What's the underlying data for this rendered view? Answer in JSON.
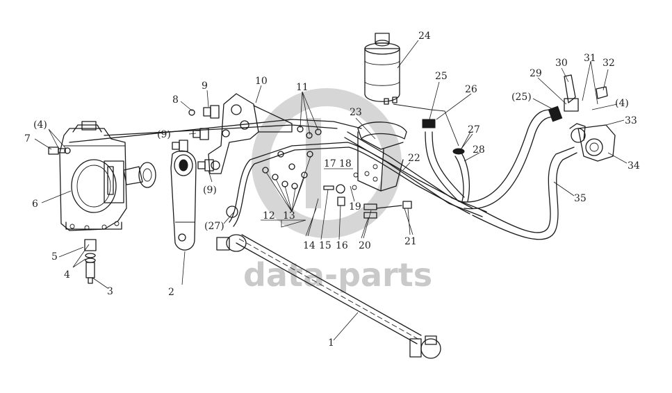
{
  "watermark": {
    "text": "data-parts"
  },
  "labels": [
    {
      "id": "l1",
      "text": "1"
    },
    {
      "id": "l2",
      "text": "2"
    },
    {
      "id": "l3",
      "text": "3"
    },
    {
      "id": "l4",
      "text": "4"
    },
    {
      "id": "l4p",
      "text": "(4)"
    },
    {
      "id": "l4p2",
      "text": "(4)"
    },
    {
      "id": "l5",
      "text": "5"
    },
    {
      "id": "l6",
      "text": "6"
    },
    {
      "id": "l7",
      "text": "7"
    },
    {
      "id": "l8",
      "text": "8"
    },
    {
      "id": "l9",
      "text": "9"
    },
    {
      "id": "l9p1",
      "text": "(9)"
    },
    {
      "id": "l9p2",
      "text": "(9)"
    },
    {
      "id": "l10",
      "text": "10"
    },
    {
      "id": "l11",
      "text": "11"
    },
    {
      "id": "l12",
      "text": "12"
    },
    {
      "id": "l13",
      "text": "13"
    },
    {
      "id": "l14",
      "text": "14"
    },
    {
      "id": "l15",
      "text": "15"
    },
    {
      "id": "l16",
      "text": "16"
    },
    {
      "id": "l17",
      "text": "17"
    },
    {
      "id": "l18",
      "text": "18"
    },
    {
      "id": "l19",
      "text": "19"
    },
    {
      "id": "l20",
      "text": "20"
    },
    {
      "id": "l21",
      "text": "21"
    },
    {
      "id": "l22",
      "text": "22"
    },
    {
      "id": "l23",
      "text": "23"
    },
    {
      "id": "l24",
      "text": "24"
    },
    {
      "id": "l25",
      "text": "25"
    },
    {
      "id": "l25p",
      "text": "(25)"
    },
    {
      "id": "l26",
      "text": "26"
    },
    {
      "id": "l27",
      "text": "27"
    },
    {
      "id": "l27p",
      "text": "(27)"
    },
    {
      "id": "l28",
      "text": "28"
    },
    {
      "id": "l29",
      "text": "29"
    },
    {
      "id": "l30",
      "text": "30"
    },
    {
      "id": "l31",
      "text": "31"
    },
    {
      "id": "l32",
      "text": "32"
    },
    {
      "id": "l33",
      "text": "33"
    },
    {
      "id": "l34",
      "text": "34"
    },
    {
      "id": "l35",
      "text": "35"
    }
  ]
}
